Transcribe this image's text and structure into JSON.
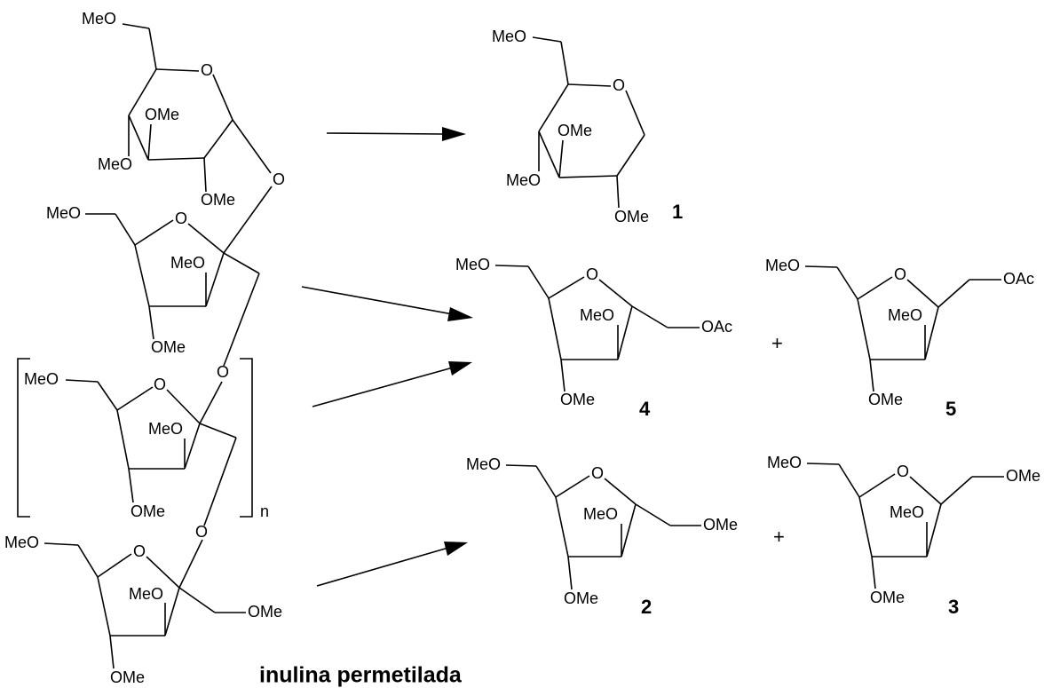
{
  "labels": {
    "meo": "MeO",
    "ome": "OMe",
    "o": "O",
    "oac": "OAc",
    "plus": "+",
    "n": "n"
  },
  "compounds": {
    "c1": "1",
    "c2": "2",
    "c3": "3",
    "c4": "4",
    "c5": "5"
  },
  "caption": "inulina permetilada"
}
